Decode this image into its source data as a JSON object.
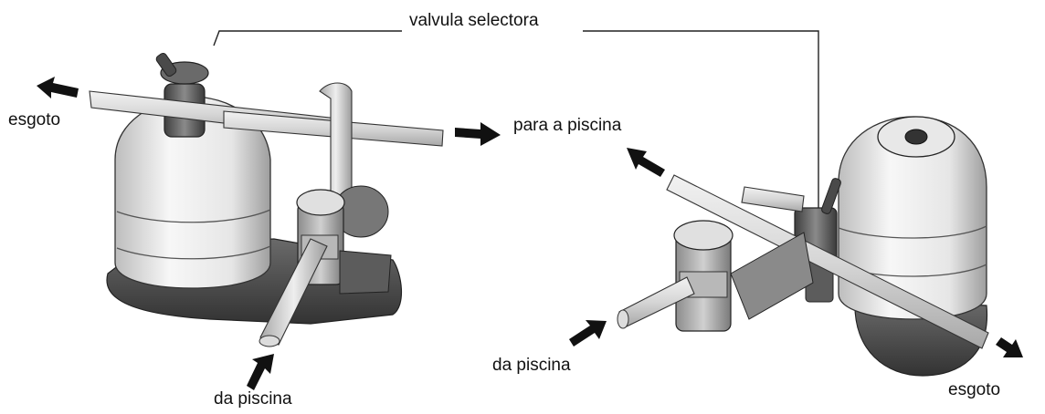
{
  "labels": {
    "valve": "valvula selectora",
    "drain_left": "esgoto",
    "to_pool": "para a piscina",
    "from_pool_left": "da piscina",
    "from_pool_right": "da piscina",
    "drain_right": "esgoto"
  },
  "colors": {
    "tank_light": "#f2f2f2",
    "tank_mid": "#cfcfcf",
    "tank_dark": "#9a9a9a",
    "base": "#4a4a4a",
    "valve": "#5c5c5c",
    "pipe": "#d8d8d8",
    "line": "#111111"
  }
}
